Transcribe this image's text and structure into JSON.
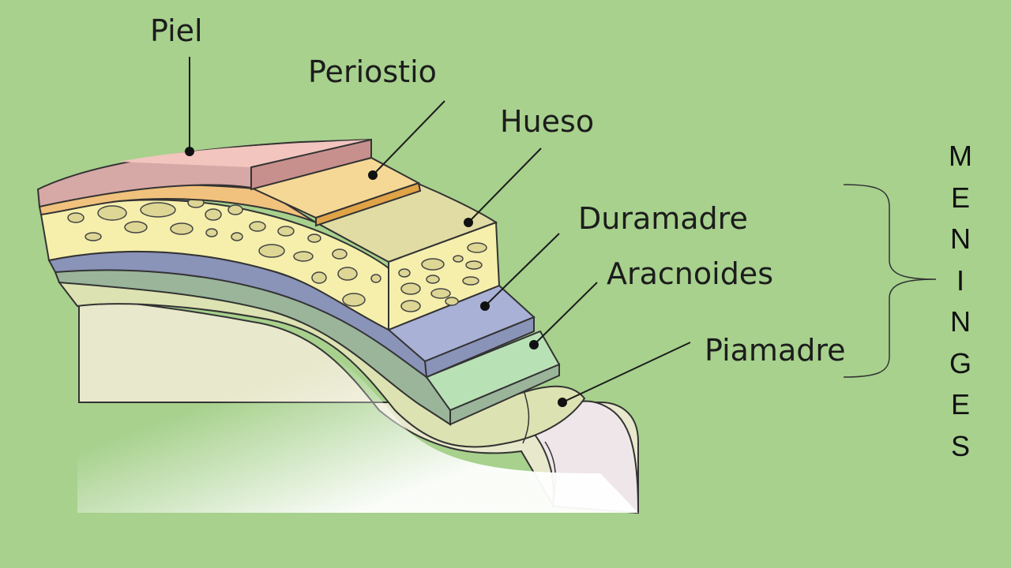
{
  "colors": {
    "background": "#a7d18d",
    "piel": "#e9b9b5",
    "periostio": "#f5d896",
    "hueso": "#f6efac",
    "duramadre": "#a9b1d6",
    "aracnoides": "#b9e1b6",
    "piamadre": "#dde2b2",
    "cerebro": "#eee6e8"
  },
  "labels": {
    "piel": "Piel",
    "periostio": "Periostio",
    "hueso": "Hueso",
    "duramadre": "Duramadre",
    "aracnoides": "Aracnoides",
    "piamadre": "Piamadre"
  },
  "meninges_letters": [
    "M",
    "E",
    "N",
    "I",
    "N",
    "G",
    "E",
    "S"
  ]
}
